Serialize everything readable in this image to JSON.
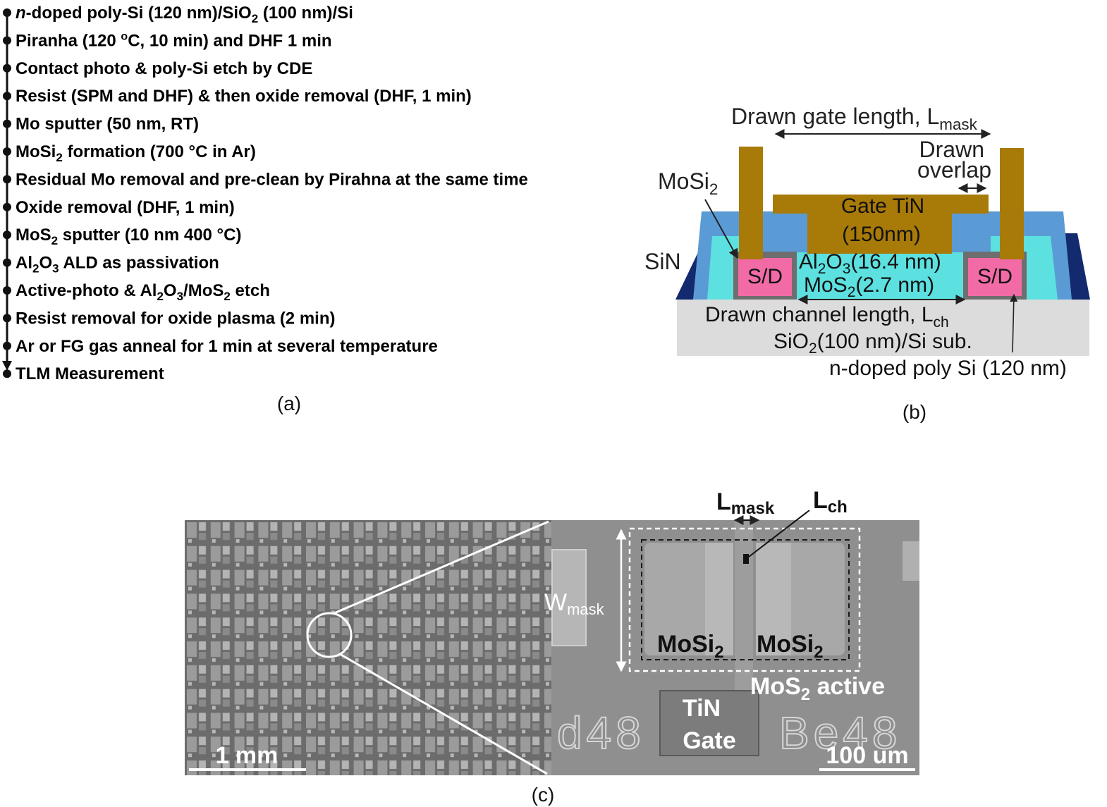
{
  "panel_a": {
    "steps": [
      {
        "pre": "",
        "it": "n",
        "rest": "-doped poly-Si (120 nm)/SiO",
        "sub": "2",
        "post": " (100 nm)/Si"
      },
      {
        "pre": "",
        "it": "",
        "rest": "Piranha (120 ",
        "sup": "o",
        "post": "C, 10 min) and DHF 1 min"
      },
      {
        "pre": "",
        "it": "",
        "rest": "Contact photo & poly-Si etch by CDE"
      },
      {
        "pre": "",
        "it": "",
        "rest": "Resist (SPM and DHF) & then oxide removal (DHF, 1 min)"
      },
      {
        "pre": "",
        "it": "",
        "rest": "Mo sputter (50 nm, RT)"
      },
      {
        "pre": "",
        "it": "",
        "rest": "MoSi",
        "sub": "2",
        "post": " formation (700 °C in Ar)"
      },
      {
        "pre": "",
        "it": "",
        "rest": "Residual Mo removal and pre-clean by Pirahna at the same time"
      },
      {
        "pre": "",
        "it": "",
        "rest": "Oxide removal (DHF, 1 min)"
      },
      {
        "pre": "",
        "it": "",
        "rest": "MoS",
        "sub": "2",
        "post": " sputter (10 nm 400 °C)"
      },
      {
        "pre": "",
        "it": "",
        "rest": "Al",
        "sub": "2",
        "post": "O",
        "sub2": "3",
        "post2": " ALD as passivation"
      },
      {
        "pre": "",
        "it": "",
        "rest": "Active-photo & Al",
        "sub": "2",
        "post": "O",
        "sub2": "3",
        "post2": "/MoS",
        "sub3": "2",
        "post3": " etch"
      },
      {
        "pre": "",
        "it": "",
        "rest": "Resist removal for oxide plasma (2 min)"
      },
      {
        "pre": "",
        "it": "",
        "rest": "Ar or FG gas anneal for 1 min at several temperature"
      },
      {
        "pre": "",
        "it": "",
        "rest": "TLM Measurement"
      }
    ],
    "caption": "(a)"
  },
  "panel_b": {
    "drawn_gate_length": "Drawn gate length, L",
    "drawn_gate_length_sub": "mask",
    "drawn_overlap_1": "Drawn",
    "drawn_overlap_2": "overlap",
    "mosi2": "MoSi",
    "mosi2_sub": "2",
    "gate_tin_1": "Gate TiN",
    "gate_tin_2": "(150nm)",
    "sin": "SiN",
    "sd_left": "S/D",
    "sd_right": "S/D",
    "al2o3": "Al",
    "al2o3_rest": "(16.4 nm)",
    "mos2": "MoS",
    "mos2_rest": "(2.7 nm)",
    "channel_length": "Drawn channel length, L",
    "channel_length_sub": "ch",
    "sio2_sub": "SiO",
    "sio2_sub_rest": "(100 nm)/Si sub.",
    "poly_si": "n-doped poly Si (120 nm)",
    "caption": "(b)",
    "colors": {
      "gold": "#a87a08",
      "blue": "#5b9bd5",
      "cyan": "#5ce0e0",
      "pink": "#f26ba6",
      "grey": "#6e6e6e",
      "navy": "#142a6e",
      "substrate": "#dcdcdc"
    }
  },
  "panel_c": {
    "l_mask": "L",
    "l_mask_sub": "mask",
    "l_ch": "L",
    "l_ch_sub": "ch",
    "w_mask": "W",
    "w_mask_sub": "mask",
    "mosi2_left": "MoSi",
    "mosi2_right": "MoSi",
    "mosi2_sub": "2",
    "mos2_active": "MoS",
    "mos2_active_rest": " active",
    "tin_1": "TiN",
    "tin_2": "Gate",
    "label_d48": "d48",
    "label_be48": "Be48",
    "scale_left": "1 mm",
    "scale_right": "100 um",
    "caption": "(c)"
  }
}
